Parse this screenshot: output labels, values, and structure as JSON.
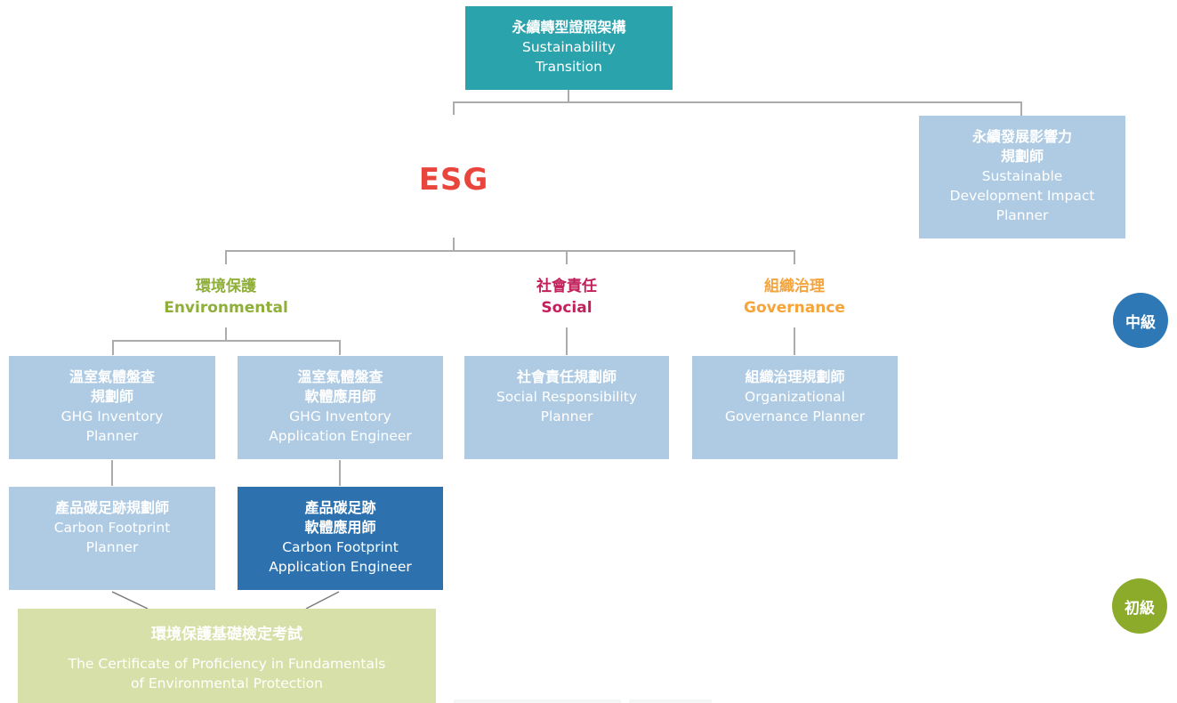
{
  "badges": {
    "intermediate": "中級",
    "beginner": "初級"
  },
  "esg_label": "ESG",
  "colors": {
    "root_teal": "#2BA3AD",
    "node_lightblue": "#AECBE3",
    "node_darkblue": "#2D72AF",
    "exam_palegreen": "#D7E0A8",
    "badge_intermediate_blue": "#2E78B5",
    "badge_beginner_green": "#8CAB2B",
    "esg_red": "#E8453C",
    "environmental_green": "#8FAE3A",
    "social_crimson": "#C1205B",
    "governance_orange": "#F5A43B",
    "connector_gray": "#ACACAC"
  },
  "nodes": {
    "root": {
      "zh": [
        "永續轉型證照架構"
      ],
      "en": [
        "Sustainability",
        "Transition"
      ]
    },
    "sdi_planner": {
      "zh": [
        "永續發展影響力",
        "規劃師"
      ],
      "en": [
        "Sustainable",
        "Development Impact",
        "Planner"
      ]
    },
    "ghg_planner": {
      "zh": [
        "溫室氣體盤查",
        "規劃師"
      ],
      "en": [
        "GHG Inventory",
        "Planner"
      ]
    },
    "ghg_engineer": {
      "zh": [
        "溫室氣體盤查",
        "軟體應用師"
      ],
      "en": [
        "GHG Inventory",
        "Application Engineer"
      ]
    },
    "social_planner": {
      "zh": [
        "社會責任規劃師"
      ],
      "en": [
        "Social Responsibility",
        "Planner"
      ]
    },
    "gov_planner": {
      "zh": [
        "組織治理規劃師"
      ],
      "en": [
        "Organizational",
        "Governance Planner"
      ]
    },
    "cf_planner": {
      "zh": [
        "產品碳足跡規劃師"
      ],
      "en": [
        "Carbon Footprint",
        "Planner"
      ]
    },
    "cf_engineer": {
      "zh": [
        "產品碳足跡",
        "軟體應用師"
      ],
      "en": [
        "Carbon Footprint",
        "Application Engineer"
      ]
    },
    "cert_exam": {
      "zh": [
        "環境保護基礎檢定考試"
      ],
      "en": [
        "The Certificate of Proficiency in Fundamentals",
        "of Environmental Protection"
      ]
    }
  },
  "categories": {
    "environmental": {
      "zh": "環境保護",
      "en": "Environmental"
    },
    "social": {
      "zh": "社會責任",
      "en": "Social"
    },
    "governance": {
      "zh": "組織治理",
      "en": "Governance"
    }
  }
}
